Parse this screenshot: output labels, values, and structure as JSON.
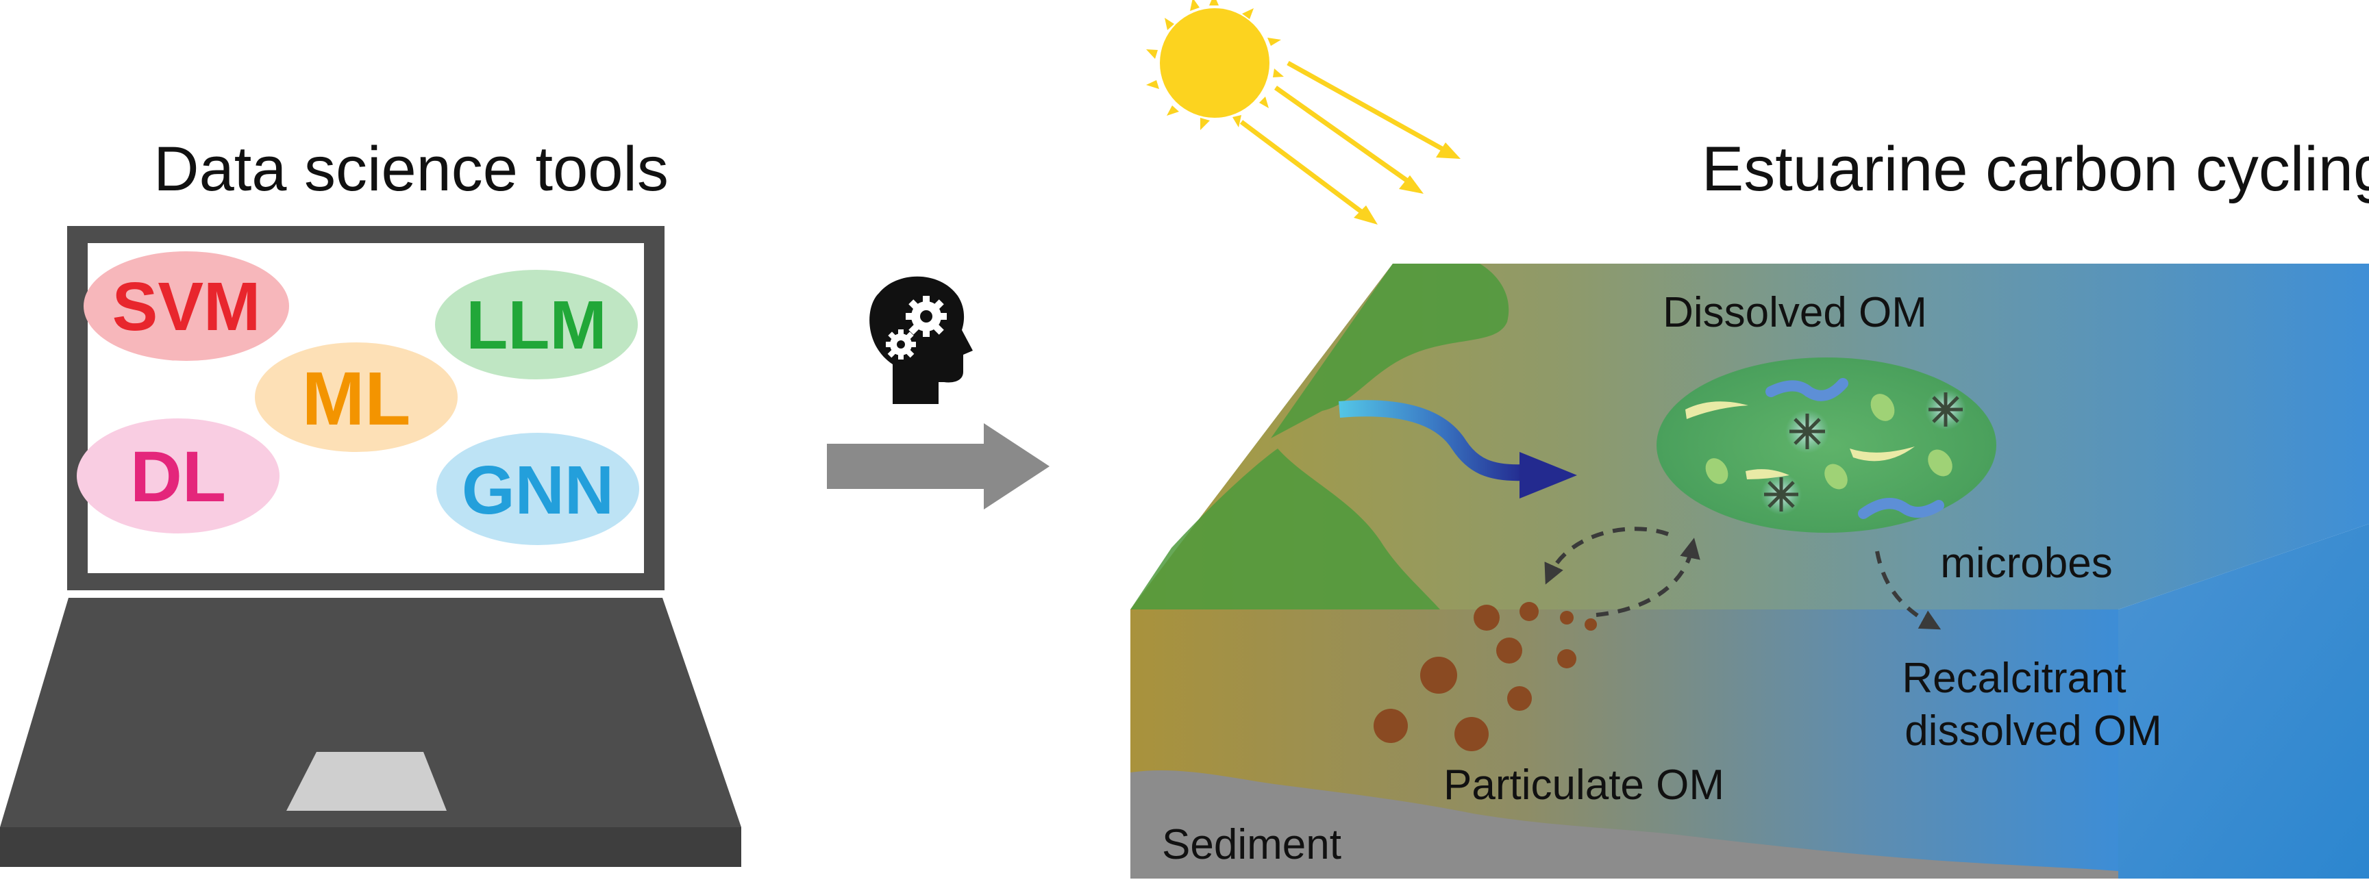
{
  "left_panel": {
    "title": "Data science tools",
    "tools": [
      {
        "label": "SVM",
        "text_color": "#e8262d",
        "fill": "#f7b7bb"
      },
      {
        "label": "LLM",
        "text_color": "#21a738",
        "fill": "#bfe6c3"
      },
      {
        "label": "ML",
        "text_color": "#f39400",
        "fill": "#fde0b6"
      },
      {
        "label": "DL",
        "text_color": "#e4267b",
        "fill": "#f9cde2"
      },
      {
        "label": "GNN",
        "text_color": "#239fdb",
        "fill": "#bde3f5"
      }
    ]
  },
  "middle": {
    "icon": "head-with-gears-icon",
    "arrow": "arrow-right-icon"
  },
  "right_panel": {
    "title": "Estuarine carbon cycling",
    "labels": {
      "dissolved": "Dissolved OM",
      "microbes": "microbes",
      "recalcitrant_line1": "Recalcitrant",
      "recalcitrant_line2": "dissolved OM",
      "particulate": "Particulate OM",
      "sediment": "Sediment"
    }
  },
  "colors": {
    "laptop": "#4f4f4f",
    "sun": "#fcd31f",
    "water_blue": "#3d8fd2",
    "land_green": "#4c9a3a",
    "particles": "#8a4a22",
    "sediment": "#8c8c8c"
  }
}
